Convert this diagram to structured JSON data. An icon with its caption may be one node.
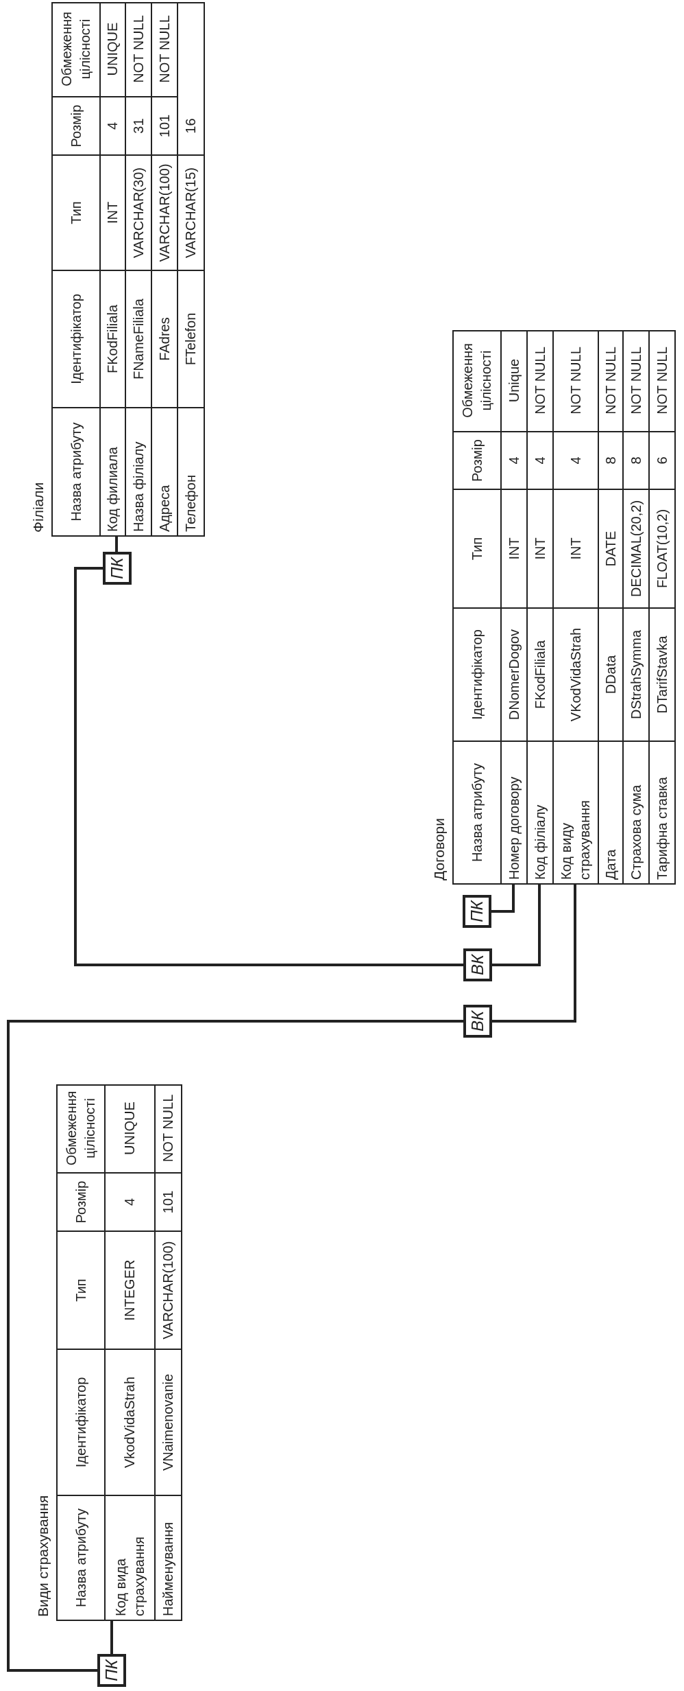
{
  "diagram": {
    "nodes": [
      {
        "text": [
          "Філіали"
        ]
      },
      {
        "text": [
          "Назва атрибуту",
          "Ідентифікатор",
          "Тип",
          "Розмір",
          "Обмеження цілісності"
        ],
        "in": 0
      },
      {
        "text": [
          "Код филиала",
          "FKodFiliala",
          "INT",
          "4",
          "UNIQUE"
        ],
        "in": 0
      },
      {
        "text": [
          "Назва філіалу",
          "FNameFiliala",
          "VARCHAR(30)",
          "31",
          "NOT NULL"
        ],
        "in": 0
      },
      {
        "text": [
          "Адреса",
          "FAdres",
          "VARCHAR(100)",
          "101",
          "NOT NULL"
        ],
        "in": 0
      },
      {
        "text": [
          "Телефон",
          "FTelefon",
          "VARCHAR(15)",
          "16"
        ],
        "in": 0
      },
      {
        "text": [
          "ПК"
        ]
      },
      {
        "text": [
          "Договори"
        ]
      },
      {
        "text": [
          "Назва атрибуту",
          "Ідентифікатор",
          "Тип",
          "Розмір",
          "Обмеження цілісності"
        ],
        "in": 7
      },
      {
        "text": [
          "Номер договору",
          "DNomerDogov",
          "INT",
          "4",
          "Unique"
        ],
        "in": 7
      },
      {
        "text": [
          "Код філіалу",
          "FKodFiliala",
          "INT",
          "4",
          "NOT NULL"
        ],
        "in": 7
      },
      {
        "text": [
          "Код виду страхування",
          "VKodVidaStrah",
          "INT",
          "4",
          "NOT NULL"
        ],
        "in": 7
      },
      {
        "text": [
          "Дата",
          "DData",
          "DATE",
          "8",
          "NOT NULL"
        ],
        "in": 7
      },
      {
        "text": [
          "Страхова сума",
          "DStrahSymma",
          "DECIMAL(20,2)",
          "8",
          "NOT NULL"
        ],
        "in": 7
      },
      {
        "text": [
          "Тарифна ставка",
          "DTarifStavka",
          "FLOAT(10,2)",
          "6",
          "NOT NULL"
        ],
        "in": 7
      },
      {
        "text": [
          "ПК"
        ]
      },
      {
        "text": [
          "ВК"
        ]
      },
      {
        "text": [
          "ВК"
        ]
      },
      {
        "text": [
          "Види страхування"
        ]
      },
      {
        "text": [
          "Назва атрибуту",
          "Ідентифікатор",
          "Тип",
          "Розмір",
          "Обмеження цілісності"
        ],
        "in": 18
      },
      {
        "text": [
          "Код вида страхування",
          "VkodVidaStrah",
          "INTEGER",
          "4",
          "UNIQUE"
        ],
        "in": 18
      },
      {
        "text": [
          "Найменування",
          "VNaimenovanie",
          "VARCHAR(100)",
          "101",
          "NOT NULL"
        ],
        "in": 18
      },
      {
        "text": [
          "ПК"
        ]
      }
    ],
    "edges": [
      {
        "from": 6,
        "to": 2,
        "arrow": "none"
      },
      {
        "from": 6,
        "to": 16,
        "arrow": "none"
      },
      {
        "from": 16,
        "to": 10,
        "arrow": "none"
      },
      {
        "from": 15,
        "to": 9,
        "arrow": "none"
      },
      {
        "from": 17,
        "to": 11,
        "arrow": "none"
      },
      {
        "from": 22,
        "to": 17,
        "arrow": "none"
      },
      {
        "from": 22,
        "to": 20,
        "arrow": "none"
      }
    ]
  }
}
